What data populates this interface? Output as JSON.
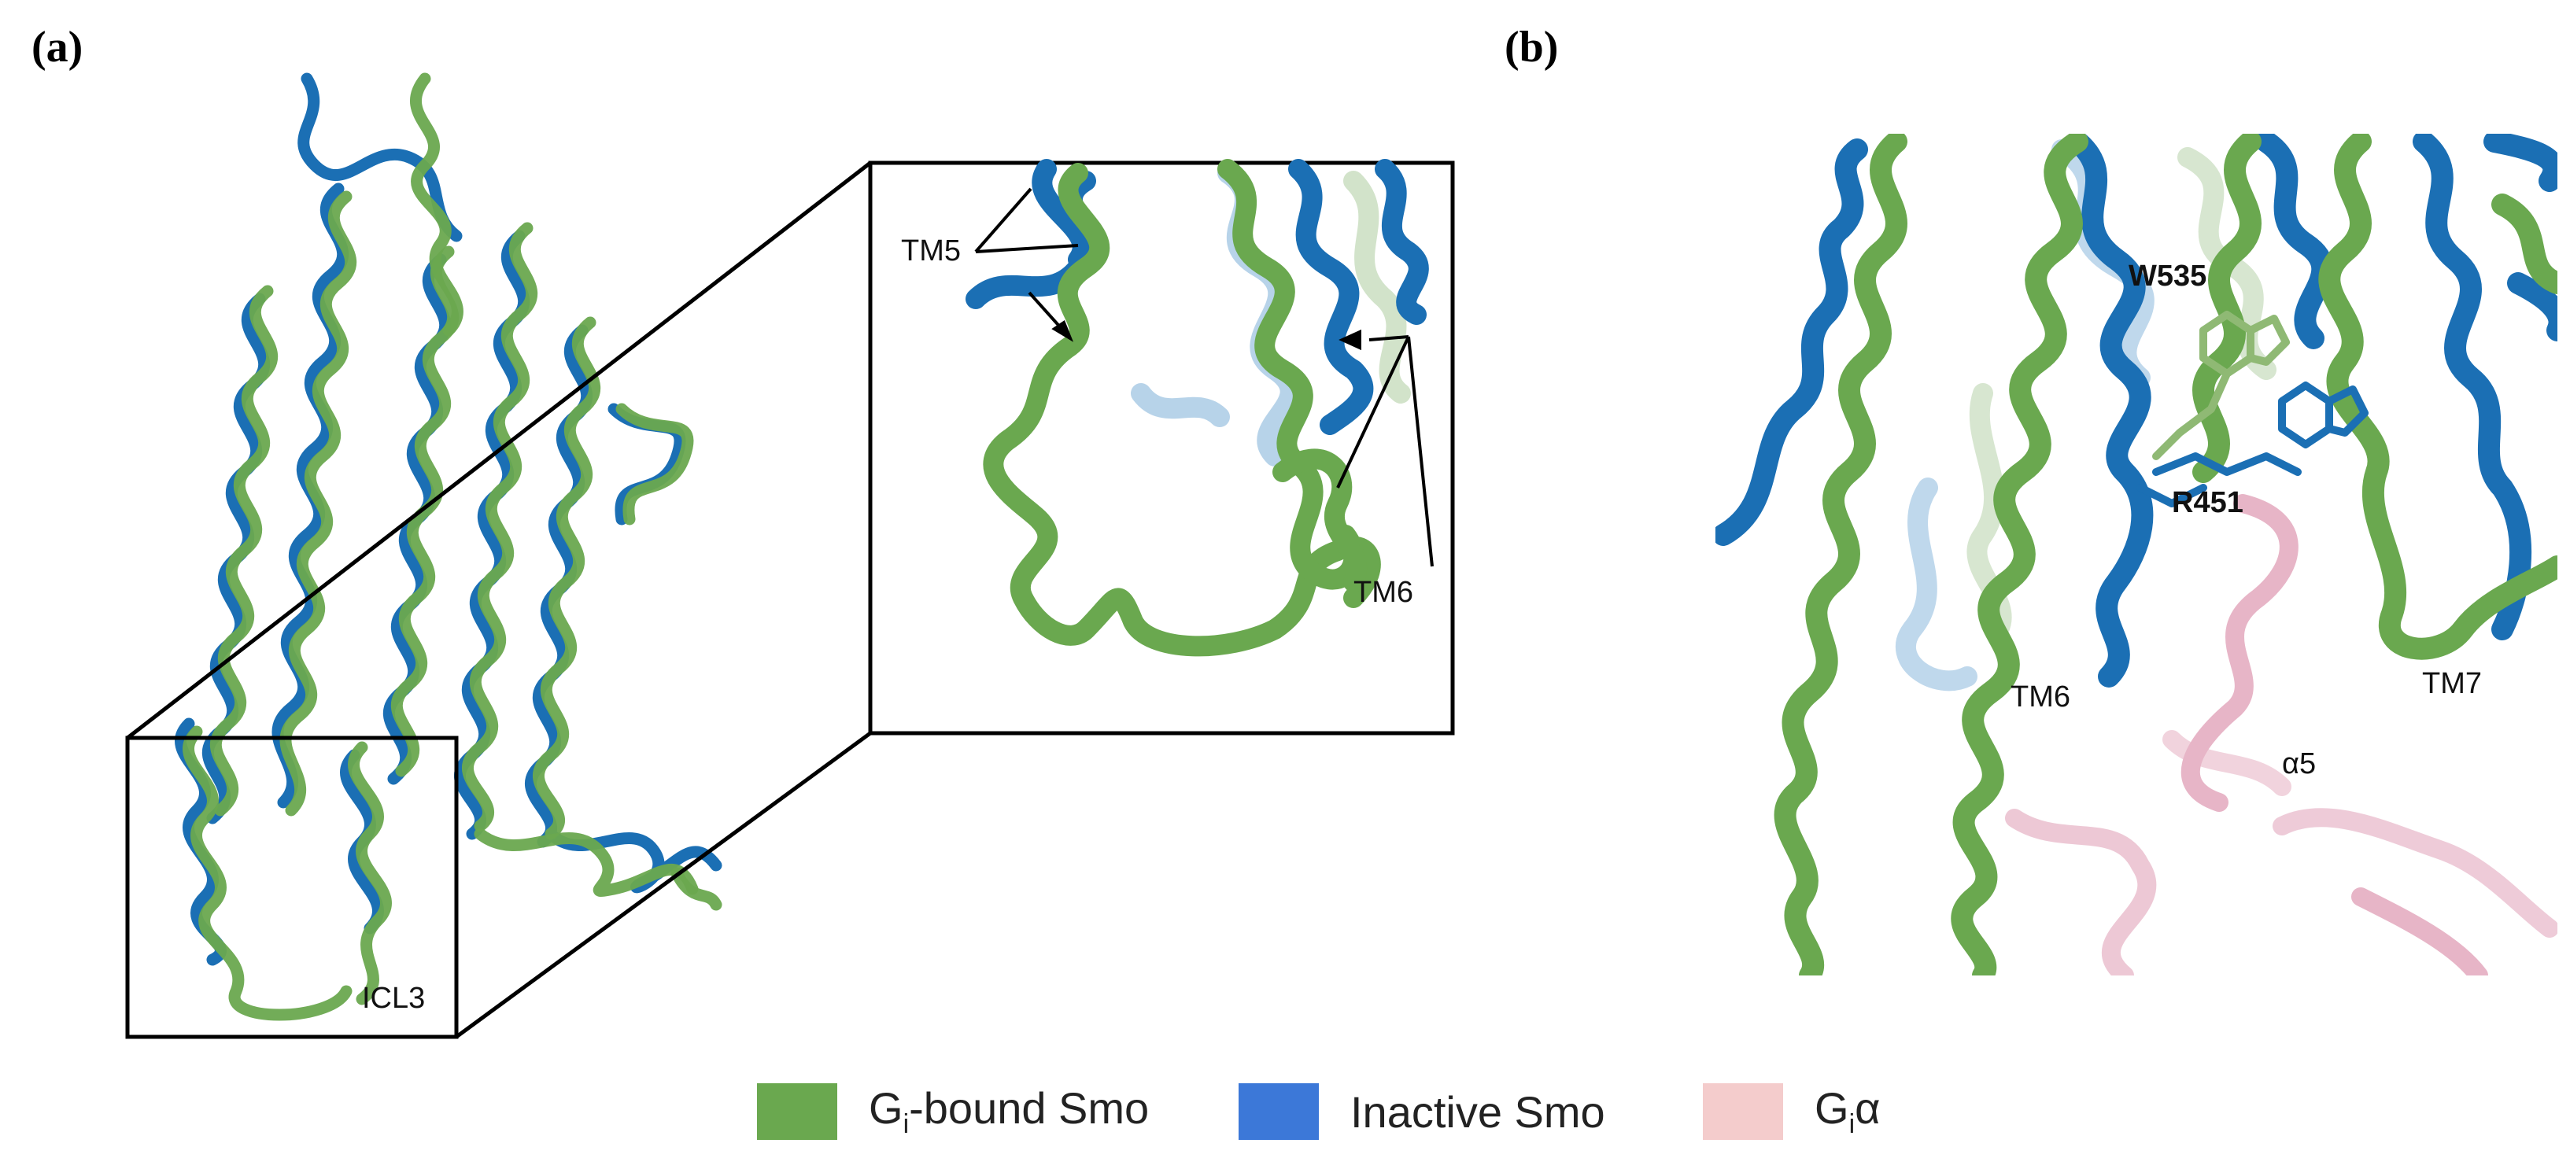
{
  "panels": {
    "a": "(a)",
    "b": "(b)"
  },
  "annotations": {
    "icl3": "ICL3",
    "tm5_inset": "TM5",
    "tm6_inset": "TM6",
    "w535": "W535",
    "r451": "R451",
    "tm6_b": "TM6",
    "tm7_b": "TM7",
    "alpha5": "α5"
  },
  "legend": [
    {
      "pre": "G",
      "sub": "i",
      "post": "-bound Smo",
      "color": "#6aa84f"
    },
    {
      "pre": "Inactive Smo",
      "sub": "",
      "post": "",
      "color": "#3c78d8"
    },
    {
      "pre": "G",
      "sub": "i",
      "post": "α",
      "color": "#f4cccc"
    }
  ],
  "colors": {
    "active": "#6aa84f",
    "inactive": "#1b6fb4",
    "gialpha": "#e7b5c7"
  }
}
